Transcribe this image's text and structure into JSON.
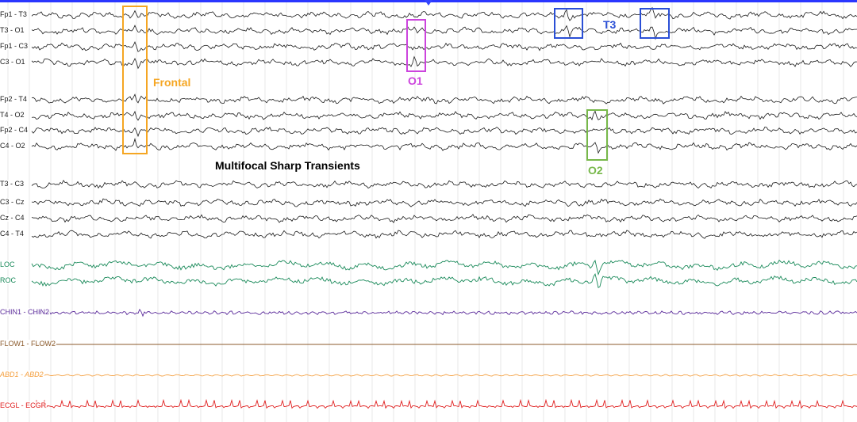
{
  "channels": [
    {
      "label": "Fp1 - T3",
      "group": "eeg"
    },
    {
      "label": "T3 - O1",
      "group": "eeg"
    },
    {
      "label": "Fp1 - C3",
      "group": "eeg"
    },
    {
      "label": "C3 - O1",
      "group": "eeg"
    },
    {
      "label": "Fp2 - T4",
      "group": "eeg"
    },
    {
      "label": "T4 - O2",
      "group": "eeg"
    },
    {
      "label": "Fp2 - C4",
      "group": "eeg"
    },
    {
      "label": "C4 - O2",
      "group": "eeg"
    },
    {
      "label": "T3 - C3",
      "group": "eeg"
    },
    {
      "label": "C3 - Cz",
      "group": "eeg"
    },
    {
      "label": "Cz - C4",
      "group": "eeg"
    },
    {
      "label": "C4 - T4",
      "group": "eeg"
    },
    {
      "label": "LOC",
      "group": "eog"
    },
    {
      "label": "ROC",
      "group": "eog"
    },
    {
      "label": "CHIN1 - CHIN2",
      "group": "emg"
    },
    {
      "label": "FLOW1 - FLOW2",
      "group": "flow"
    },
    {
      "label": "ABD1 - ABD2",
      "group": "abd"
    },
    {
      "label": "ECGL - ECGR",
      "group": "ecg"
    }
  ],
  "highlights": [
    {
      "label": "Frontal",
      "color": "#f5a623"
    },
    {
      "label": "O1",
      "color": "#cc44dd"
    },
    {
      "label": "T3",
      "color": "#2a4fd6"
    },
    {
      "label": "O2",
      "color": "#77b84a"
    }
  ],
  "annotation": "Multifocal Sharp Transients",
  "colors": {
    "eeg": "#1a1a1a",
    "eog": "#1a8a5a",
    "emg": "#5a2a9a",
    "flow": "#8b5a2b",
    "abd": "#f5a040",
    "ecg": "#e02020",
    "grid": "#d8d8d8",
    "top_bar": "#2a36ff"
  }
}
